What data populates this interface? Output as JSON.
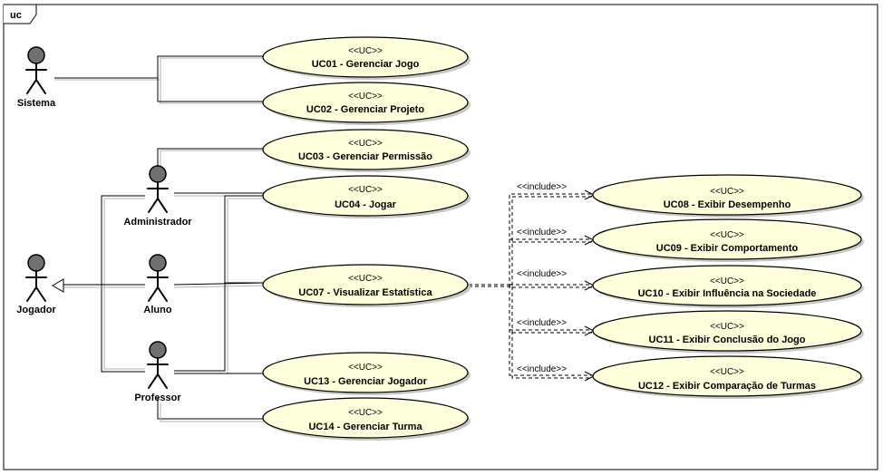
{
  "frame": {
    "label": "uc"
  },
  "colors": {
    "usecase_fill": "#ffffdc",
    "actor_head": "#707070"
  },
  "stereotype": "<<UC>>",
  "include_label": "<<include>>",
  "actors": [
    {
      "id": "sistema",
      "name": "Sistema"
    },
    {
      "id": "jogador",
      "name": "Jogador"
    },
    {
      "id": "administrador",
      "name": "Administrador"
    },
    {
      "id": "aluno",
      "name": "Aluno"
    },
    {
      "id": "professor",
      "name": "Professor"
    }
  ],
  "use_cases": [
    {
      "id": "uc01",
      "name": "UC01 - Gerenciar Jogo"
    },
    {
      "id": "uc02",
      "name": "UC02 - Gerenciar Projeto"
    },
    {
      "id": "uc03",
      "name": "UC03 - Gerenciar Permissão"
    },
    {
      "id": "uc04",
      "name": "UC04 - Jogar"
    },
    {
      "id": "uc07",
      "name": "UC07 - Visualizar Estatística"
    },
    {
      "id": "uc13",
      "name": "UC13 - Gerenciar Jogador"
    },
    {
      "id": "uc14",
      "name": "UC14 - Gerenciar Turma"
    },
    {
      "id": "uc08",
      "name": "UC08 - Exibir Desempenho"
    },
    {
      "id": "uc09",
      "name": "UC09 - Exibir Comportamento"
    },
    {
      "id": "uc10",
      "name": "UC10 - Exibir Influência na Sociedade"
    },
    {
      "id": "uc11",
      "name": "UC11 - Exibir Conclusão do Jogo"
    },
    {
      "id": "uc12",
      "name": "UC12 - Exibir Comparação de Turmas"
    }
  ]
}
